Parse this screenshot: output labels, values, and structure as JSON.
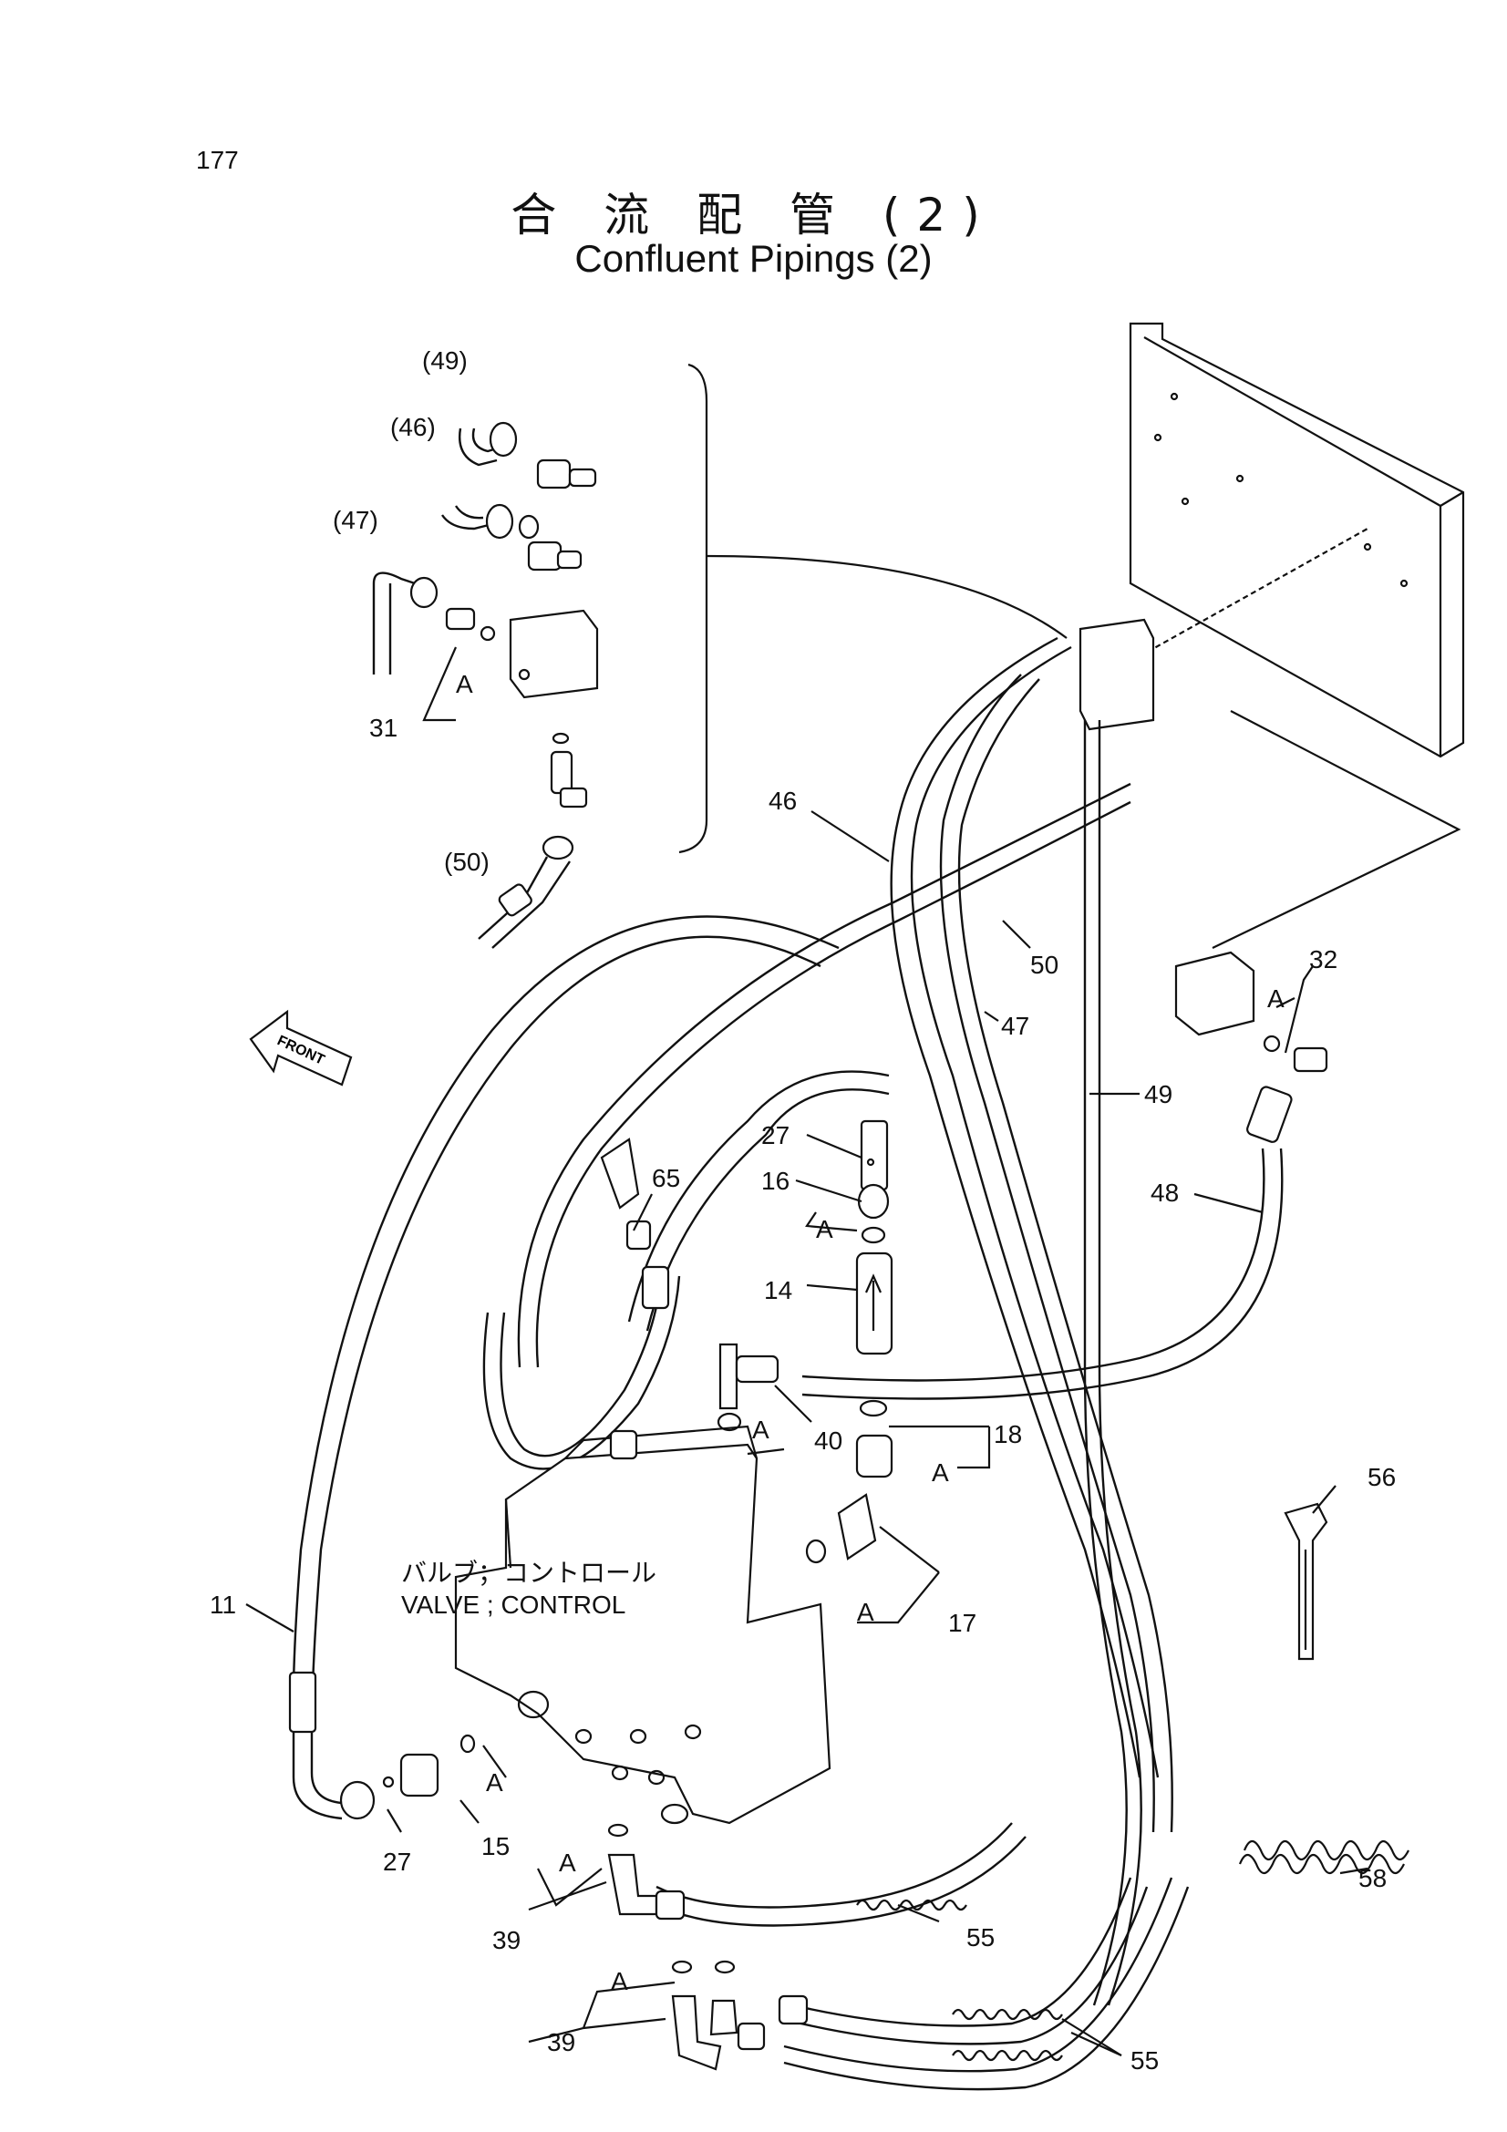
{
  "page": {
    "number": "177"
  },
  "title": {
    "japanese": "合 流 配 管 (2)",
    "english": "Confluent Pipings (2)"
  },
  "front_label": "FRONT",
  "valve_label": {
    "japanese": "バルブ；コントロール",
    "english": "VALVE ; CONTROL"
  },
  "callouts": {
    "c49p": "(49)",
    "c46p": "(46)",
    "c47p": "(47)",
    "c50p": "(50)",
    "c31": "31",
    "cA_inset": "A",
    "c46": "46",
    "c50": "50",
    "c47": "47",
    "c49": "49",
    "c48": "48",
    "c32": "32",
    "cA32": "A",
    "c27a": "27",
    "c16": "16",
    "cA16": "A",
    "c14": "14",
    "c65": "65",
    "c40": "40",
    "cA40": "A",
    "c18": "18",
    "cA18": "A",
    "c17": "17",
    "cA17": "A",
    "c56": "56",
    "c58": "58",
    "c11": "11",
    "c27b": "27",
    "c15": "15",
    "cA15": "A",
    "c39a": "39",
    "cA39a": "A",
    "c39b": "39",
    "cA39b": "A",
    "c55a": "55",
    "c55b": "55"
  }
}
